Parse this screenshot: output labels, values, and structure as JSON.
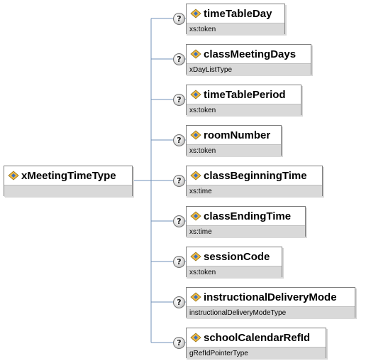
{
  "root": {
    "name": "xMeetingTimeType"
  },
  "children": [
    {
      "name": "timeTableDay",
      "type": "xs:token"
    },
    {
      "name": "classMeetingDays",
      "type": "xDayListType"
    },
    {
      "name": "timeTablePeriod",
      "type": "xs:token"
    },
    {
      "name": "roomNumber",
      "type": "xs:token"
    },
    {
      "name": "classBeginningTime",
      "type": "xs:time"
    },
    {
      "name": "classEndingTime",
      "type": "xs:time"
    },
    {
      "name": "sessionCode",
      "type": "xs:token"
    },
    {
      "name": "instructionalDeliveryMode",
      "type": "instructionalDeliveryModeType"
    },
    {
      "name": "schoolCalendarRefId",
      "type": "gRefIdPointerType"
    }
  ],
  "optional_marker": "?",
  "colors": {
    "line": "#7090b8",
    "border": "#7f7f7f",
    "type_band": "#d9d9d9"
  },
  "icons": {
    "element": "element-diamond-icon",
    "optional": "question-mark-icon"
  }
}
